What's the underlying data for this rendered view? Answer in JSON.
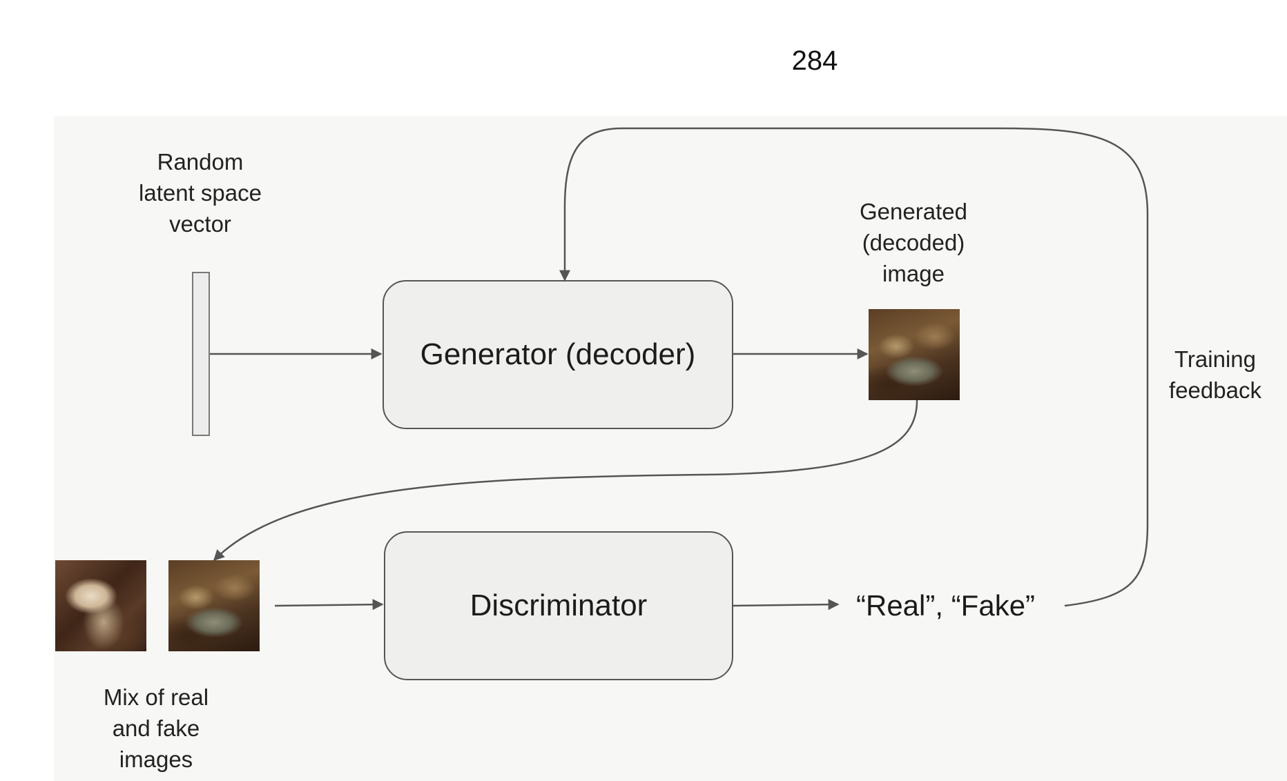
{
  "page_number": "284",
  "latent_vector": {
    "label": "Random latent space vector"
  },
  "generator": {
    "label": "Generator (decoder)"
  },
  "generated_image": {
    "label": "Generated (decoded) image"
  },
  "training_feedback": {
    "label": "Training feedback"
  },
  "discriminator": {
    "label": "Discriminator"
  },
  "mix_images": {
    "label": "Mix of real and fake images"
  },
  "output": {
    "label": "“Real”, “Fake”"
  },
  "colors": {
    "panel": "#f7f7f5",
    "box_fill": "#efefed",
    "stroke": "#555555"
  }
}
